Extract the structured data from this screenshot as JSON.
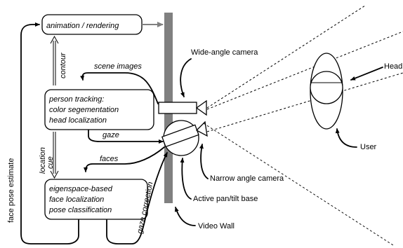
{
  "boxes": {
    "animation": "animation / rendering",
    "tracking": [
      "person tracking:",
      "color segementation",
      "head localization"
    ],
    "eigen": [
      "eigenspace-based",
      "face localization",
      "pose classification"
    ]
  },
  "flows": {
    "contour": "contour",
    "scene_images": "scene images",
    "gaze": "gaze",
    "location_cue": [
      "location",
      "cue"
    ],
    "faces": "faces",
    "gaze_correction": "gaze correction",
    "face_pose_estimate": "face pose estimate"
  },
  "labels": {
    "wide_angle_camera": "Wide-angle camera",
    "narrow_angle_camera": "Narrow angle camera",
    "pan_tilt_base": "Active pan/tilt base",
    "video_wall": "Video Wall",
    "head": "Head",
    "user": "User"
  },
  "colors": {
    "video_wall": "#808080",
    "wall_arrow": "#808080",
    "line": "#000000"
  }
}
